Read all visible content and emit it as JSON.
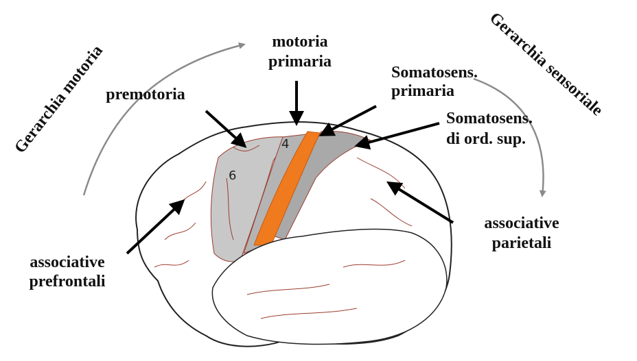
{
  "colors": {
    "primary_motor": "#f07a1e",
    "cortex_gray": "#c8c8c8",
    "cortex_gray_dark": "#a9a9a9",
    "sulcus": "#9b3b2e",
    "hierarchy_arrow": "#8a8a8a",
    "label_arrow": "#000000"
  },
  "hierarchies": {
    "motor": "Gerarchia motoria",
    "sensory": "Gerarchia sensoriale"
  },
  "labels": {
    "primary_motor_line1": "motoria",
    "primary_motor_line2": "primaria",
    "premotor": "premotoria",
    "primary_somatosensory_line1": "Somatosens.",
    "primary_somatosensory_line2": "primaria",
    "higher_somatosensory_line1": "Somatosens.",
    "higher_somatosensory_line2": "di ord. sup.",
    "prefrontal_line1": "associative",
    "prefrontal_line2": "prefrontali",
    "parietal_line1": "associative",
    "parietal_line2": "parietali"
  },
  "area_numbers": {
    "area_4": "4",
    "area_6": "6"
  }
}
